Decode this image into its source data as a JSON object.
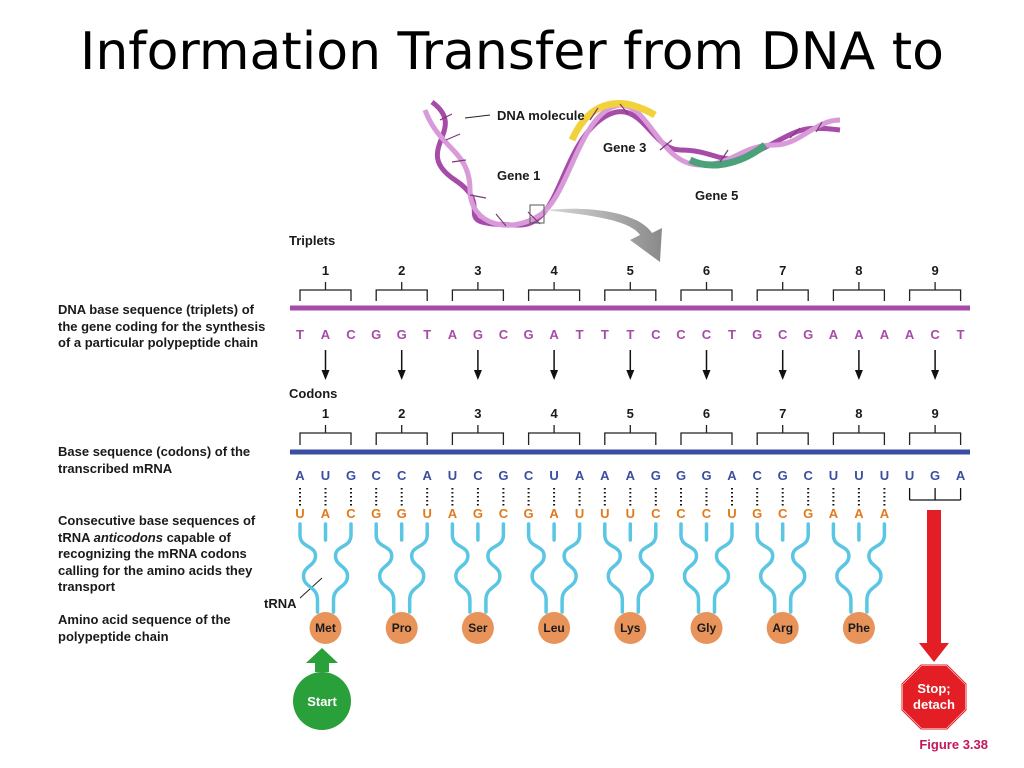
{
  "title": "Information Transfer from DNA to",
  "dna_labels": {
    "molecule": "DNA molecule",
    "gene1": "Gene 1",
    "gene3": "Gene 3",
    "gene5": "Gene 5"
  },
  "section_labels": {
    "triplets": "Triplets",
    "codons": "Codons",
    "trna": "tRNA"
  },
  "descriptions": {
    "dna_sequence": "DNA base sequence (triplets) of the gene coding for the synthesis of a particular polypeptide chain",
    "mrna_sequence": "Base sequence (codons) of the transcribed mRNA",
    "anticodons_pre": "Consecutive base sequences of tRNA ",
    "anticodons_em": "anticodons",
    "anticodons_post": " capable of recognizing the mRNA codons calling for the amino acids they transport",
    "amino_sequence": "Amino acid sequence of the polypeptide chain"
  },
  "numbers": [
    "1",
    "2",
    "3",
    "4",
    "5",
    "6",
    "7",
    "8",
    "9"
  ],
  "dna_triplets": [
    [
      "T",
      "A",
      "C"
    ],
    [
      "G",
      "G",
      "T"
    ],
    [
      "A",
      "G",
      "C"
    ],
    [
      "G",
      "A",
      "T"
    ],
    [
      "T",
      "T",
      "C"
    ],
    [
      "C",
      "C",
      "T"
    ],
    [
      "G",
      "C",
      "G"
    ],
    [
      "A",
      "A",
      "A"
    ],
    [
      "A",
      "C",
      "T"
    ]
  ],
  "mrna_codons": [
    [
      "A",
      "U",
      "G"
    ],
    [
      "C",
      "C",
      "A"
    ],
    [
      "U",
      "C",
      "G"
    ],
    [
      "C",
      "U",
      "A"
    ],
    [
      "A",
      "A",
      "G"
    ],
    [
      "G",
      "G",
      "A"
    ],
    [
      "C",
      "G",
      "C"
    ],
    [
      "U",
      "U",
      "U"
    ],
    [
      "U",
      "G",
      "A"
    ]
  ],
  "anticodons": [
    [
      "U",
      "A",
      "C"
    ],
    [
      "G",
      "G",
      "U"
    ],
    [
      "A",
      "G",
      "C"
    ],
    [
      "G",
      "A",
      "U"
    ],
    [
      "U",
      "U",
      "C"
    ],
    [
      "C",
      "C",
      "U"
    ],
    [
      "G",
      "C",
      "G"
    ],
    [
      "A",
      "A",
      "A"
    ]
  ],
  "amino_acids": [
    "Met",
    "Pro",
    "Ser",
    "Leu",
    "Lys",
    "Gly",
    "Arg",
    "Phe"
  ],
  "start_label": "Start",
  "stop_label_line1": "Stop;",
  "stop_label_line2": "detach",
  "figure_label": "Figure 3.38",
  "colors": {
    "dna_strand": "#a74ba8",
    "mrna_strand": "#3a4fa3",
    "anticodon": "#e07a1a",
    "trna": "#5bc6e3",
    "amino": "#e8935a",
    "start": "#2aa03a",
    "stop": "#e31e24",
    "gene3": "#f2d23c",
    "gene5": "#4ca07a",
    "figure": "#c2185b"
  }
}
